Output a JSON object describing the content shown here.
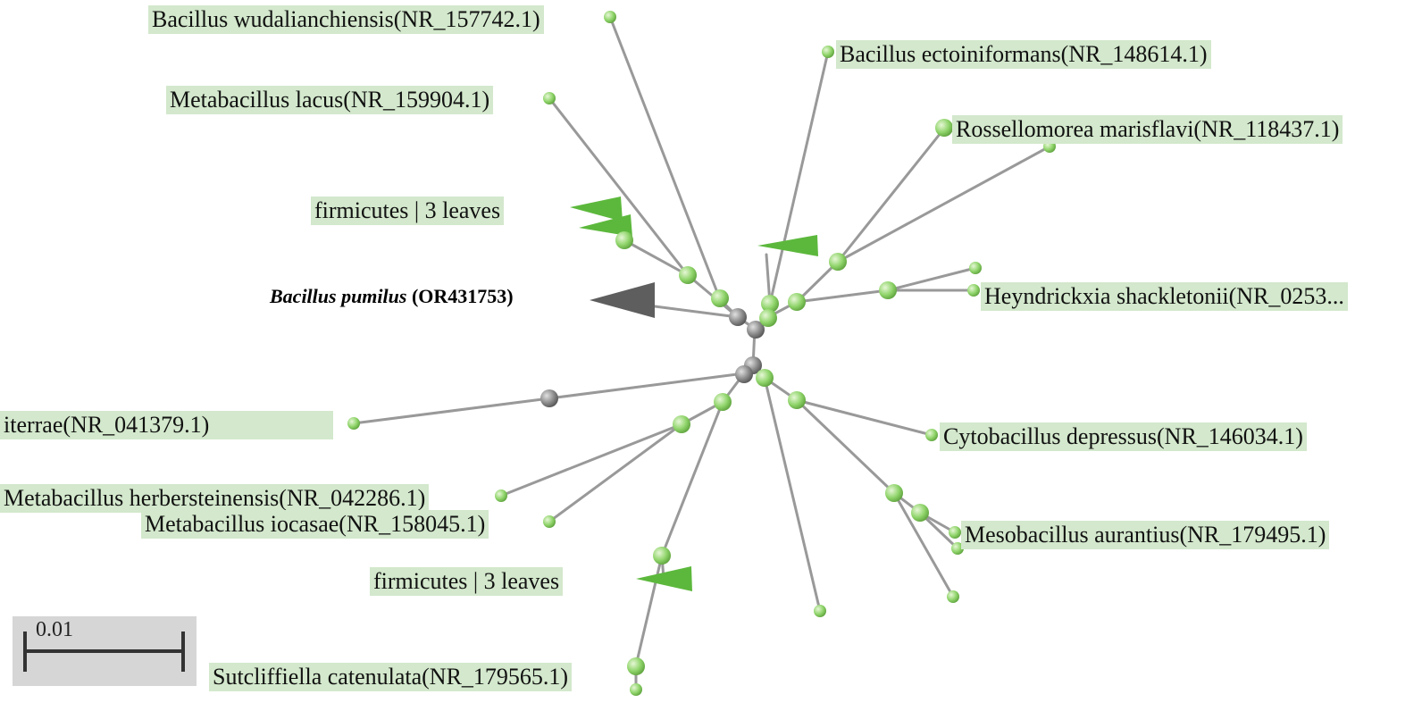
{
  "labels": {
    "wudalianchiensis": "Bacillus wudalianchiensis(NR_157742.1)",
    "ectoiniformans": "Bacillus ectoiniformans(NR_148614.1)",
    "lacus": "Metabacillus lacus(NR_159904.1)",
    "marisflavi": "Rossellomorea marisflavi(NR_118437.1)",
    "collapsed_top": "firmicutes | 3 leaves",
    "query_species": "Bacillus pumilus",
    "query_accession": "(OR431753)",
    "shackletonii": "Heyndrickxia shackletonii(NR_0253...",
    "iterrae": "iterrae(NR_041379.1)",
    "depressus": "Cytobacillus depressus(NR_146034.1)",
    "herbersteinensis": "Metabacillus herbersteinensis(NR_042286.1)",
    "iocasae": "Metabacillus iocasae(NR_158045.1)",
    "aurantius": "Mesobacillus aurantius(NR_179495.1)",
    "collapsed_bottom": "firmicutes | 3 leaves",
    "catenulata": "Sutcliffiella catenulata(NR_179565.1)"
  },
  "scale": {
    "label": "0.01"
  },
  "colors": {
    "leaf_node": "#8fd46a",
    "internal_node": "#8a8a8a",
    "branch": "#999999",
    "label_bg": "#d3e8cc",
    "collapsed_clade": "#5cb83c",
    "query_clade": "#5e5e5e"
  }
}
